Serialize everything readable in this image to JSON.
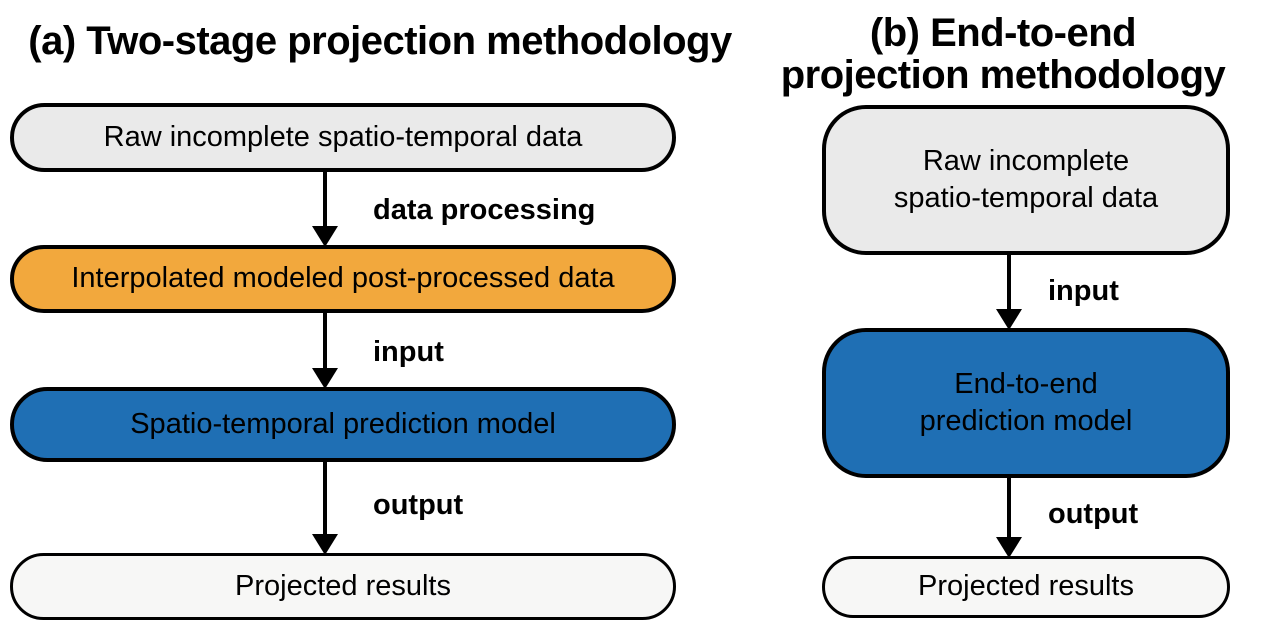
{
  "colors": {
    "background": "#ffffff",
    "border": "#000000",
    "text": "#000000",
    "node_gray": "#EAEAEA",
    "node_orange": "#F2A83D",
    "node_blue": "#1F6FB4",
    "node_offwhite": "#F7F7F6"
  },
  "panel_a": {
    "title": "(a) Two-stage projection methodology",
    "nodes": {
      "raw": {
        "label": "Raw incomplete spatio-temporal data",
        "fill": "#EAEAEA"
      },
      "interp": {
        "label": "Interpolated modeled post-processed data",
        "fill": "#F2A83D"
      },
      "model": {
        "label": "Spatio-temporal prediction model",
        "fill": "#1F6FB4"
      },
      "results": {
        "label": "Projected results",
        "fill": "#F7F7F6"
      }
    },
    "edges": {
      "processing": {
        "label": "data processing"
      },
      "input": {
        "label": "input"
      },
      "output": {
        "label": "output"
      }
    }
  },
  "panel_b": {
    "title_line1": "(b) End-to-end",
    "title_line2": "projection methodology",
    "nodes": {
      "raw": {
        "lines": [
          "Raw incomplete",
          "spatio-temporal data"
        ],
        "fill": "#EAEAEA"
      },
      "model": {
        "lines": [
          "End-to-end",
          "prediction model"
        ],
        "fill": "#1F6FB4"
      },
      "results": {
        "label": "Projected results",
        "fill": "#F7F7F6"
      }
    },
    "edges": {
      "input": {
        "label": "input"
      },
      "output": {
        "label": "output"
      }
    }
  }
}
